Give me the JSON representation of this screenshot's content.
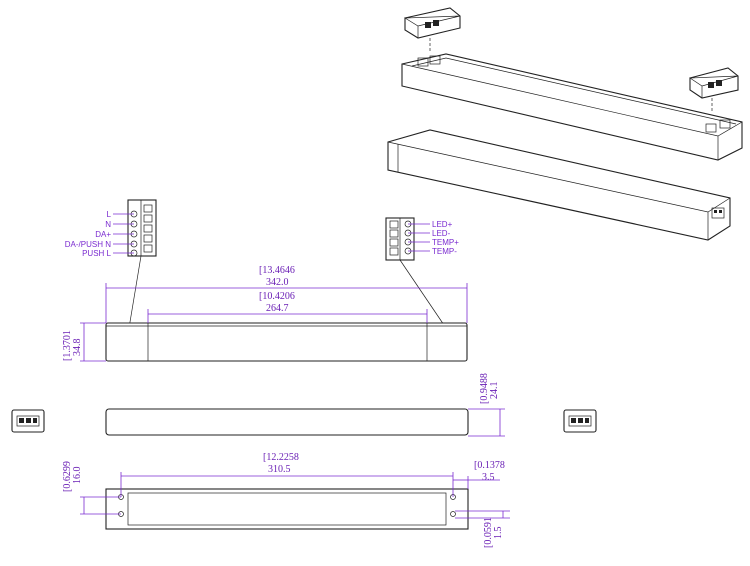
{
  "dimensions": {
    "total_length_in": "[13.4646",
    "total_length_mm": "342.0",
    "inner_length_in": "[10.4206",
    "inner_length_mm": "264.7",
    "height_in": "[1.3701",
    "height_mm": "34.8",
    "side_height_in": "[0.9488",
    "side_height_mm": "24.1",
    "hole_spacing_in": "[12.2258",
    "hole_spacing_mm": "310.5",
    "hole_v_in": "[0.6299",
    "hole_v_mm": "16.0",
    "hole_offset_in": "[0.1378",
    "hole_offset_mm": "3.5",
    "hole_dia_in": "[0.0591",
    "hole_dia_mm": "1.5"
  },
  "input_terminals": [
    "L",
    "N",
    "DA+",
    "DA-/PUSH N",
    "PUSH L"
  ],
  "output_terminals": [
    "LED+",
    "LED-",
    "TEMP+",
    "TEMP-"
  ],
  "colors": {
    "dimension": "#7a2bd0",
    "outline": "#222222"
  }
}
